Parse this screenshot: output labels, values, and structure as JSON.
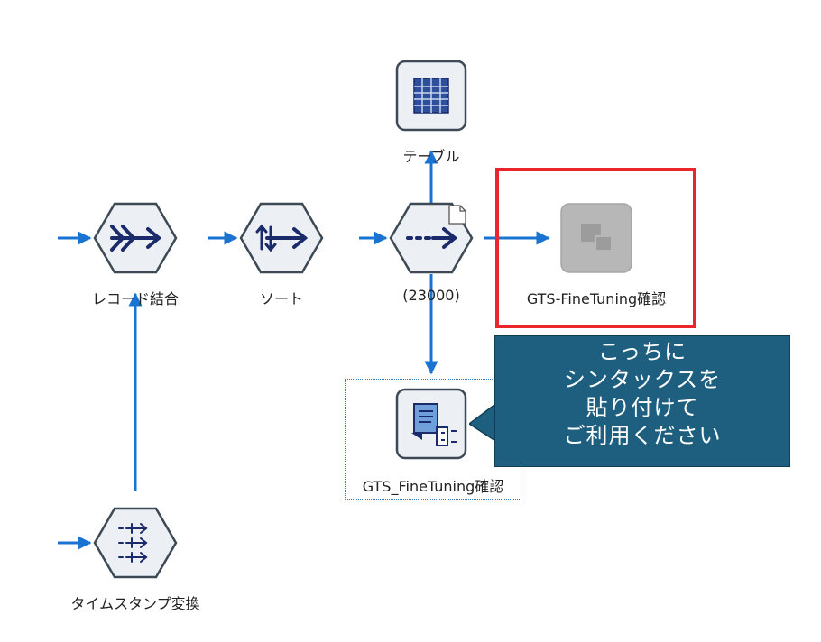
{
  "nodes": {
    "record_merge": {
      "label": "レコード結合"
    },
    "sort": {
      "label": "ソート"
    },
    "select": {
      "label": "(23000)"
    },
    "table": {
      "label": "テーブル"
    },
    "gts_confirm_disabled": {
      "label": "GTS-FineTuning確認"
    },
    "gts_confirm_syntax": {
      "label": "GTS_FineTuning確認"
    },
    "timestamp_convert": {
      "label": "タイムスタンプ変換"
    }
  },
  "callout": {
    "lines": [
      "こっちに",
      "シンタックスを",
      "貼り付けて",
      "ご利用ください"
    ]
  },
  "colors": {
    "arrow": "#1a73d1",
    "node_fill": "#eceff3",
    "node_stroke": "#3d4a56",
    "icon_navy": "#1a2a6b",
    "highlight": "#e8262c",
    "callout_bg": "#1e5f80"
  }
}
